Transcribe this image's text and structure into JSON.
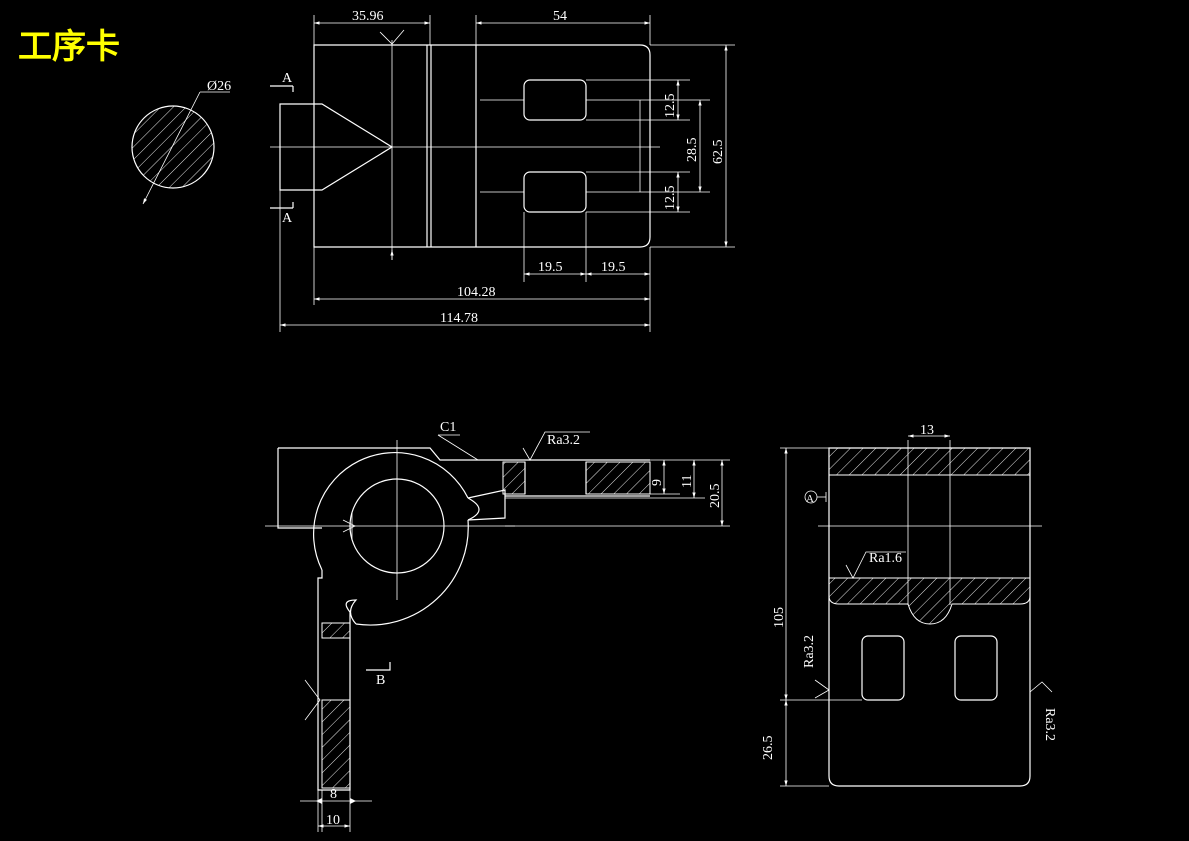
{
  "title": "工序卡",
  "colors": {
    "background": "#000000",
    "line": "#ffffff",
    "title": "#ffff00"
  },
  "top_view": {
    "section_label_top": "A",
    "section_label_bottom": "A",
    "section_diameter": "Ø26",
    "dims": [
      "35.96",
      "54",
      "12.5",
      "28.5",
      "62.5",
      "12.5",
      "19.5",
      "19.5",
      "104.28",
      "114.78"
    ]
  },
  "front_view": {
    "chamfer": "C1",
    "roughness": "Ra3.2",
    "view_label": "B",
    "dims": [
      "9",
      "11",
      "20.5",
      "8",
      "10"
    ]
  },
  "side_view": {
    "datum": "A",
    "roughness_top": "Ra1.6",
    "roughness_left": "Ra3.2",
    "roughness_right": "Ra3.2",
    "dims": [
      "13",
      "105",
      "26.5"
    ]
  }
}
